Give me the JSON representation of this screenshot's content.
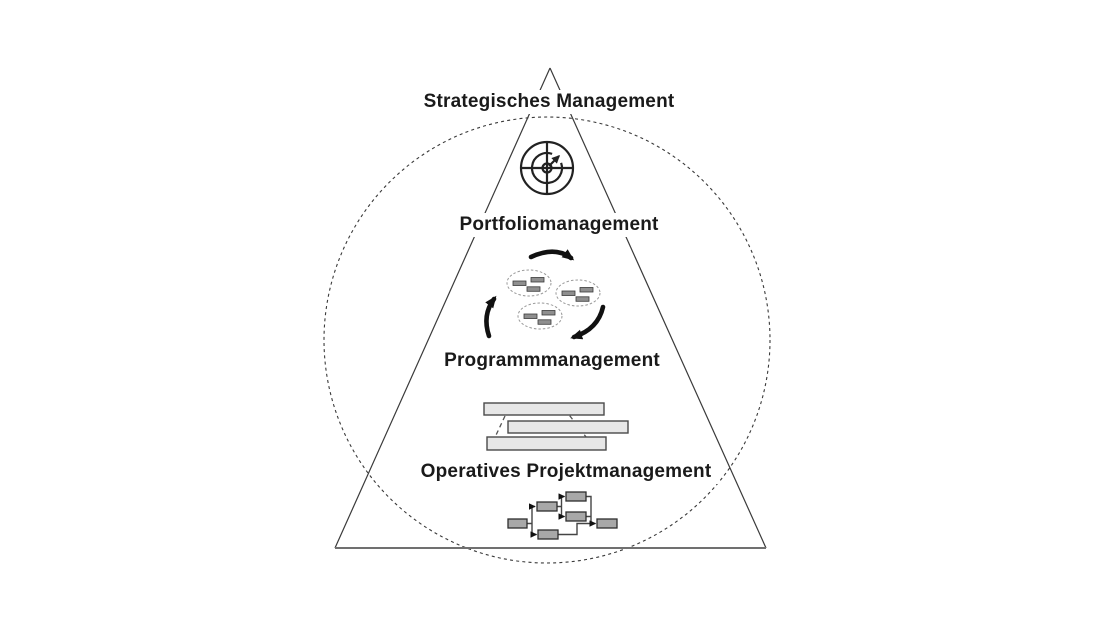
{
  "diagram": {
    "type": "pyramid-hierarchy",
    "description": "Project management hierarchy pyramid with dashed scope circle",
    "levels": [
      {
        "label": "Strategisches Management",
        "icon": "target-goal-icon"
      },
      {
        "label": "Portfoliomanagement",
        "icon": "portfolio-cycle-icon"
      },
      {
        "label": "Programmmanagement",
        "icon": "program-gantt-icon"
      },
      {
        "label": "Operatives Projektmanagement",
        "icon": "project-network-icon"
      }
    ],
    "colors": {
      "background": "#ffffff",
      "text": "#1a1a1a",
      "triangle_line": "#3a3a3a",
      "triangle_base": "#707070",
      "dashed_circle": "#3a3a3a",
      "cycle_arrow": "#111111",
      "cluster_ellipse": "#999999",
      "mini_bar_fill": "#8f8f8f",
      "gantt_bar_fill": "#e7e7e7",
      "gantt_bar_border": "#4a4a4a",
      "network_node_fill": "#a8a8a8",
      "network_node_border": "#2e2e2e"
    }
  }
}
